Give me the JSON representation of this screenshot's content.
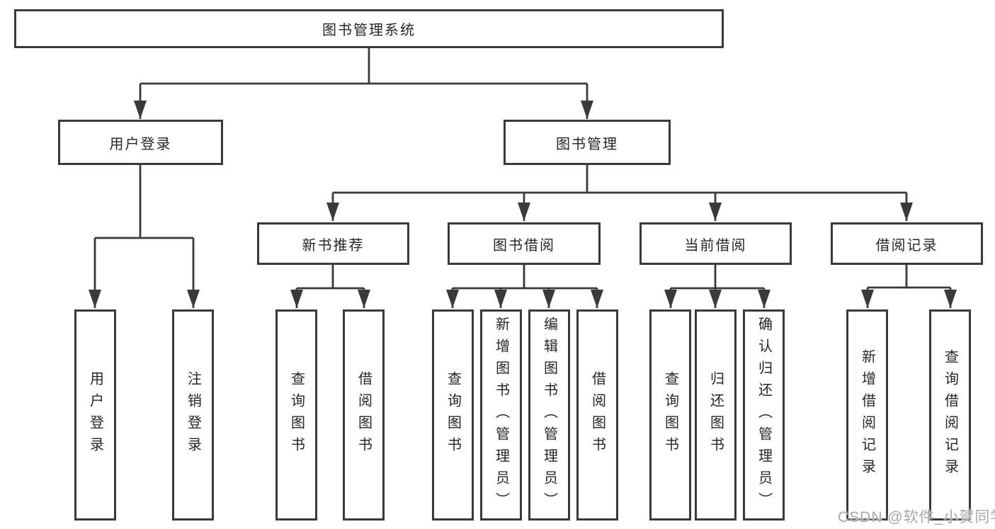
{
  "diagram": {
    "title_node": {
      "label": "图书管理系统"
    },
    "level2": [
      {
        "id": "user-login",
        "label": "用户登录"
      },
      {
        "id": "book-management",
        "label": "图书管理"
      }
    ],
    "level3": [
      {
        "id": "new-book-recommend",
        "label": "新书推荐"
      },
      {
        "id": "book-borrowing",
        "label": "图书借阅"
      },
      {
        "id": "current-borrowing",
        "label": "当前借阅"
      },
      {
        "id": "borrowing-records",
        "label": "借阅记录"
      }
    ],
    "leaves": [
      {
        "id": "user-login",
        "label": "用户登录"
      },
      {
        "id": "logout",
        "label": "注销登录"
      },
      {
        "id": "query-books-recommend",
        "label": "查询图书"
      },
      {
        "id": "borrow-books-recommend",
        "label": "借阅图书"
      },
      {
        "id": "query-books-borrowing",
        "label": "查询图书"
      },
      {
        "id": "add-book-admin",
        "label": "新增图书（管理员）"
      },
      {
        "id": "edit-book-admin",
        "label": "编辑图书（管理员）"
      },
      {
        "id": "borrow-books-borrowing",
        "label": "借阅图书"
      },
      {
        "id": "query-books-current",
        "label": "查询图书"
      },
      {
        "id": "return-books",
        "label": "归还图书"
      },
      {
        "id": "confirm-return-admin",
        "label": "确认归还（管理员）"
      },
      {
        "id": "add-borrow-record",
        "label": "新增借阅记录"
      },
      {
        "id": "query-borrow-record",
        "label": "查询借阅记录"
      }
    ],
    "colors": {
      "line": "#3a3a3a",
      "border": "#3a3a3a",
      "text": "#262626",
      "background": "#ffffff",
      "watermark": "#a8a8a8"
    }
  },
  "watermark": {
    "text": "CSDN @软件_小贺同学"
  }
}
